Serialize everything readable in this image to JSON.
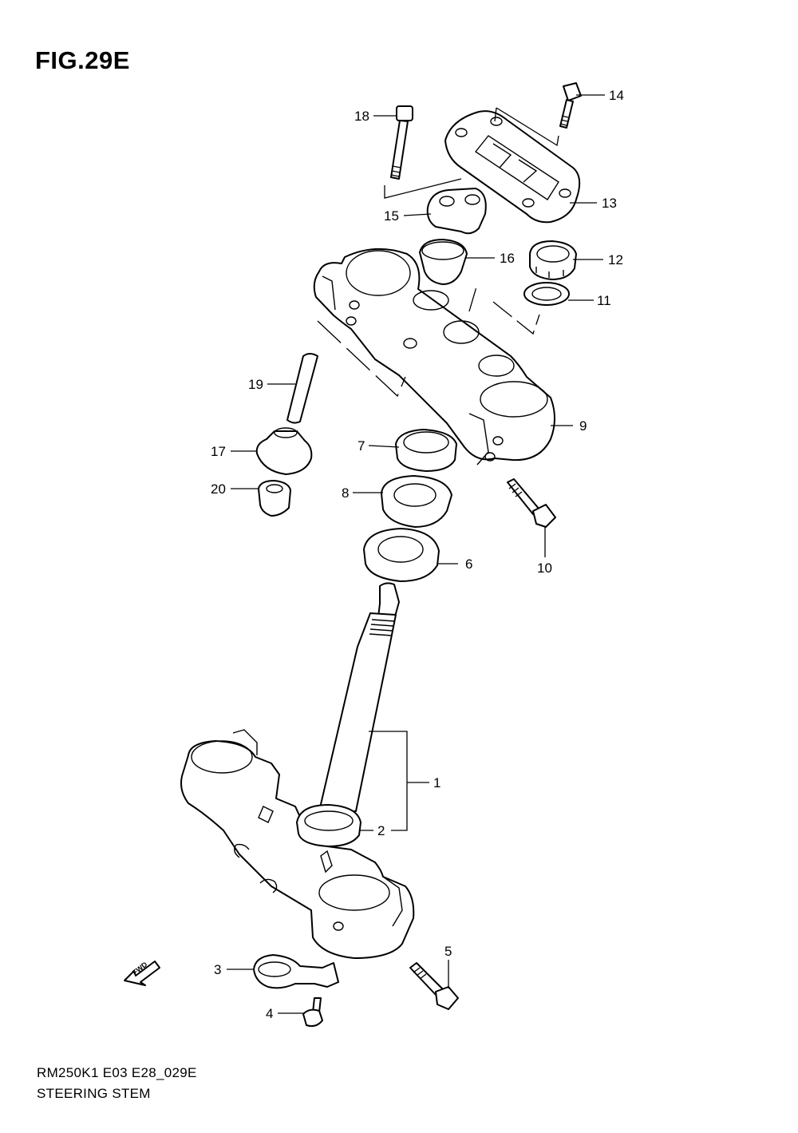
{
  "figure": {
    "title": "FIG.29E",
    "code": "RM250K1 E03 E28_029E",
    "caption": "STEERING STEM",
    "fwd_label": "FWD"
  },
  "callouts": [
    {
      "id": "1",
      "text": "1"
    },
    {
      "id": "2",
      "text": "2"
    },
    {
      "id": "3",
      "text": "3"
    },
    {
      "id": "4",
      "text": "4"
    },
    {
      "id": "5",
      "text": "5"
    },
    {
      "id": "6",
      "text": "6"
    },
    {
      "id": "7",
      "text": "7"
    },
    {
      "id": "8",
      "text": "8"
    },
    {
      "id": "9",
      "text": "9"
    },
    {
      "id": "10",
      "text": "10"
    },
    {
      "id": "11",
      "text": "11"
    },
    {
      "id": "12",
      "text": "12"
    },
    {
      "id": "13",
      "text": "13"
    },
    {
      "id": "14",
      "text": "14"
    },
    {
      "id": "15",
      "text": "15"
    },
    {
      "id": "16",
      "text": "16"
    },
    {
      "id": "17",
      "text": "17"
    },
    {
      "id": "18",
      "text": "18"
    },
    {
      "id": "19",
      "text": "19"
    },
    {
      "id": "20",
      "text": "20"
    }
  ]
}
